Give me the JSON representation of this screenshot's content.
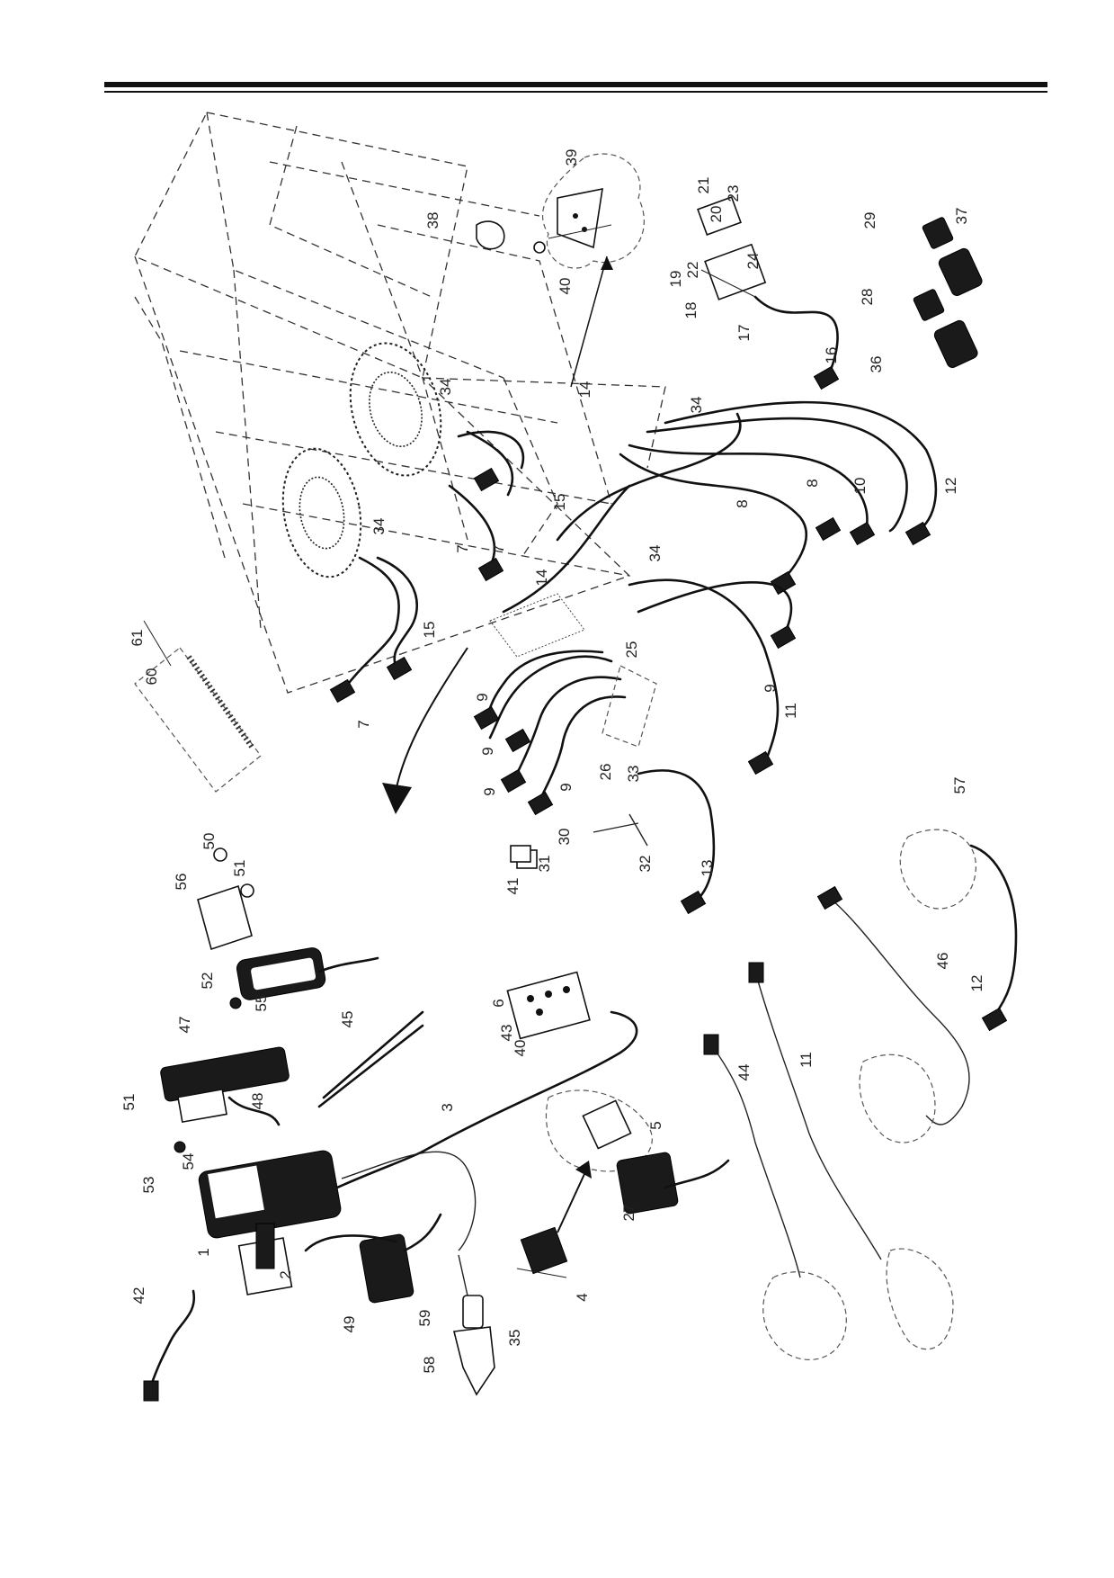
{
  "callouts": [
    {
      "n": "1"
    },
    {
      "n": "2"
    },
    {
      "n": "3"
    },
    {
      "n": "4"
    },
    {
      "n": "5"
    },
    {
      "n": "6"
    },
    {
      "n": "7"
    },
    {
      "n": "7"
    },
    {
      "n": "7"
    },
    {
      "n": "8"
    },
    {
      "n": "8"
    },
    {
      "n": "9"
    },
    {
      "n": "9"
    },
    {
      "n": "9"
    },
    {
      "n": "9"
    },
    {
      "n": "9"
    },
    {
      "n": "10"
    },
    {
      "n": "11"
    },
    {
      "n": "11"
    },
    {
      "n": "12"
    },
    {
      "n": "12"
    },
    {
      "n": "13"
    },
    {
      "n": "14"
    },
    {
      "n": "14"
    },
    {
      "n": "15"
    },
    {
      "n": "15"
    },
    {
      "n": "16"
    },
    {
      "n": "17"
    },
    {
      "n": "18"
    },
    {
      "n": "19"
    },
    {
      "n": "20"
    },
    {
      "n": "21"
    },
    {
      "n": "22"
    },
    {
      "n": "23"
    },
    {
      "n": "24"
    },
    {
      "n": "25"
    },
    {
      "n": "26"
    },
    {
      "n": "27"
    },
    {
      "n": "28"
    },
    {
      "n": "29"
    },
    {
      "n": "30"
    },
    {
      "n": "31"
    },
    {
      "n": "32"
    },
    {
      "n": "33"
    },
    {
      "n": "34"
    },
    {
      "n": "34"
    },
    {
      "n": "34"
    },
    {
      "n": "34"
    },
    {
      "n": "35"
    },
    {
      "n": "36"
    },
    {
      "n": "37"
    },
    {
      "n": "38"
    },
    {
      "n": "39"
    },
    {
      "n": "40"
    },
    {
      "n": "40"
    },
    {
      "n": "41"
    },
    {
      "n": "42"
    },
    {
      "n": "43"
    },
    {
      "n": "44"
    },
    {
      "n": "45"
    },
    {
      "n": "46"
    },
    {
      "n": "47"
    },
    {
      "n": "48"
    },
    {
      "n": "49"
    },
    {
      "n": "50"
    },
    {
      "n": "51"
    },
    {
      "n": "51"
    },
    {
      "n": "52"
    },
    {
      "n": "53"
    },
    {
      "n": "54"
    },
    {
      "n": "55"
    },
    {
      "n": "56"
    },
    {
      "n": "57"
    },
    {
      "n": "58"
    },
    {
      "n": "59"
    },
    {
      "n": "60"
    },
    {
      "n": "61"
    }
  ]
}
